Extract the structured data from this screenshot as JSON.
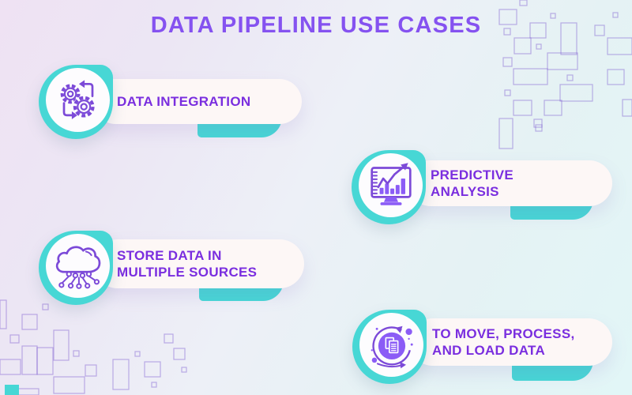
{
  "title": "DATA PIPELINE USE CASES",
  "items": [
    {
      "id": "data-integration",
      "icon": "sync-gears-icon",
      "lines": [
        "DATA INTEGRATION"
      ]
    },
    {
      "id": "predictive-analysis",
      "icon": "chart-monitor-icon",
      "lines": [
        "PREDICTIVE",
        "ANALYSIS"
      ]
    },
    {
      "id": "store-data",
      "icon": "cloud-network-icon",
      "lines": [
        "STORE DATA IN",
        "MULTIPLE SOURCES"
      ]
    },
    {
      "id": "move-process-load",
      "icon": "cycle-document-icon",
      "lines": [
        "TO MOVE, PROCESS,",
        "AND LOAD DATA"
      ]
    }
  ],
  "colors": {
    "accent_teal": "#47D7D5",
    "purple_title": "#8552F0",
    "purple_label": "#7A2EDF",
    "icon_purple": "#7C4AD8",
    "icon_fill": "#8B5CF6",
    "pill_bg": "#FDF7F6",
    "circle_bg": "#FDFCFE"
  }
}
